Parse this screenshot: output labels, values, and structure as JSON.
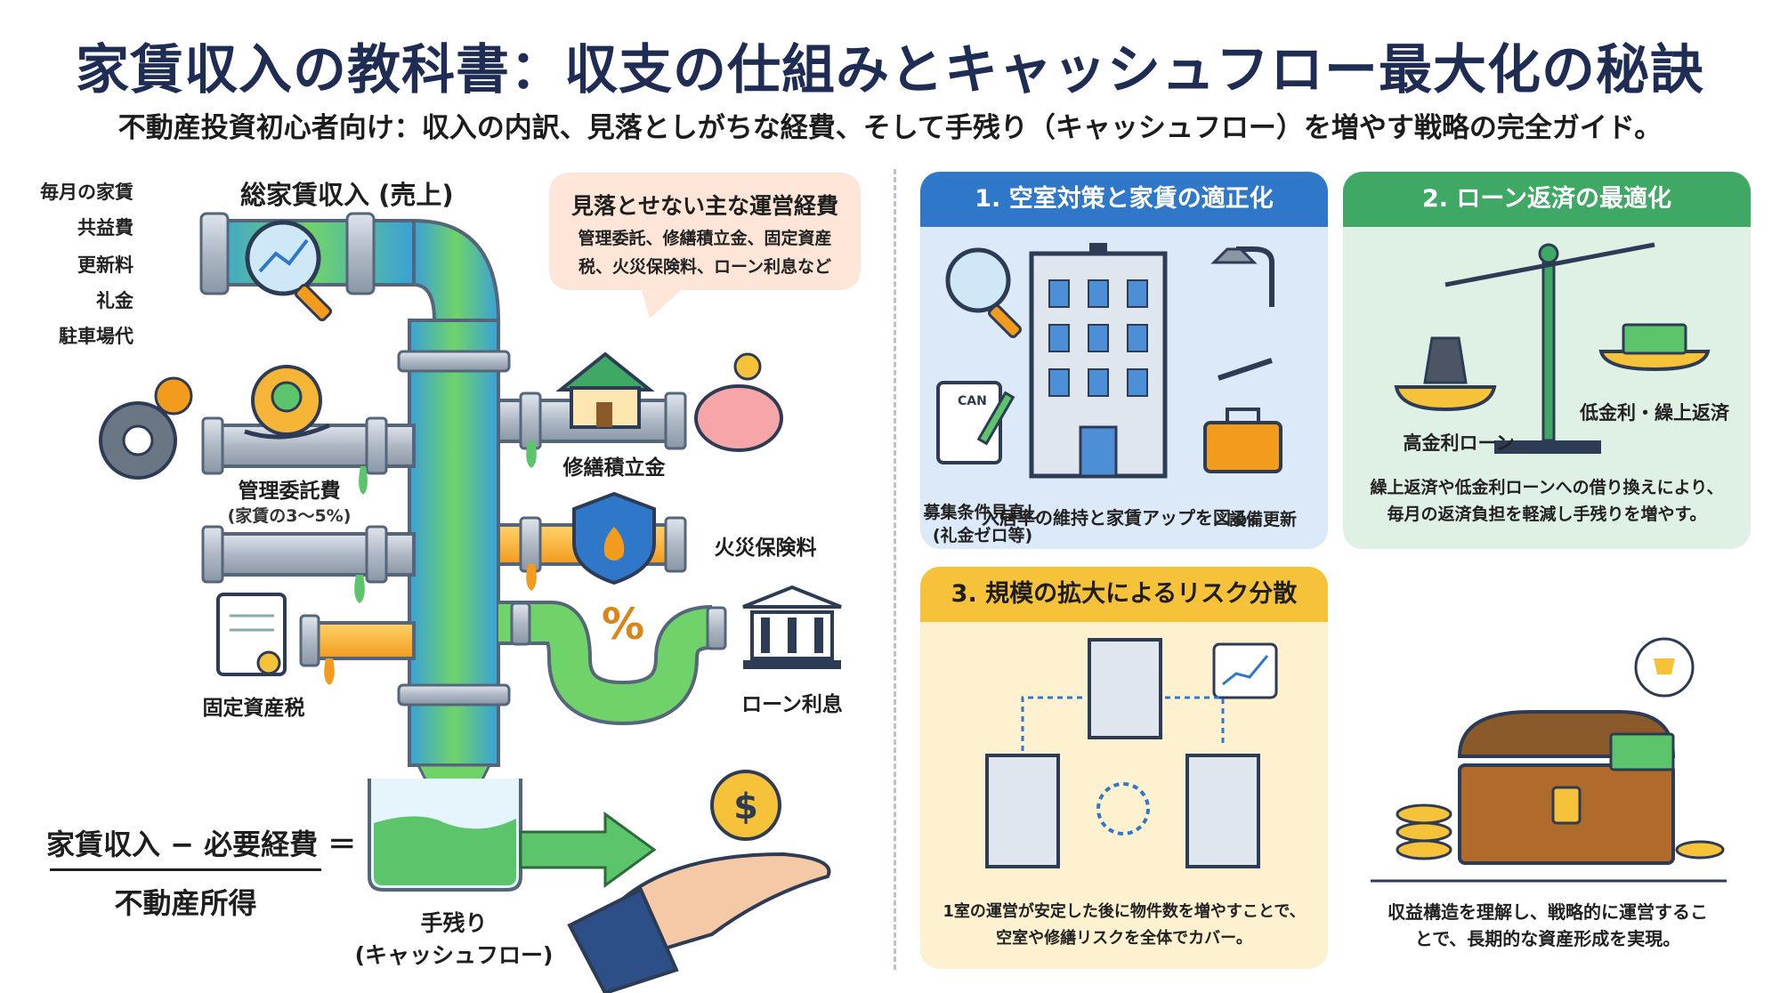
{
  "header": {
    "title": "家賃収入の教科書：収支の仕組みとキャッシュフロー最大化の秘訣",
    "subtitle": "不動産投資初心者向け：収入の内訳、見落としがちな経費、そして手残り（キャッシュフロー）を増やす戦略の完全ガイド。"
  },
  "left": {
    "revenue_items": [
      "毎月の家賃",
      "共益費",
      "更新料",
      "礼金",
      "駐車場代"
    ],
    "gross_label": "総家賃収入 (売上)",
    "bubble": {
      "title": "見落とせない主な運営経費",
      "line1": "管理委託、修繕積立金、固定資産",
      "line2": "税、火災保険料、ローン利息など"
    },
    "expenses": {
      "management": "管理委託費",
      "management_note": "(家賃の3～5%)",
      "repair": "修繕積立金",
      "insurance": "火災保険料",
      "property_tax": "固定資産税",
      "loan_interest": "ローン利息"
    },
    "formula": {
      "top": "家賃収入 − 必要経費 ＝",
      "bottom": "不動産所得"
    },
    "cashflow": {
      "line1": "手残り",
      "line2": "(キャッシュフロー)"
    },
    "icons": {
      "percent_symbol": "%",
      "can_text": "CAN",
      "dollar": "$"
    }
  },
  "card1": {
    "heading": "1. 空室対策と家賃の適正化",
    "recruit_line1": "募集条件見直し",
    "recruit_line2": "(礼金ゼロ等)",
    "equipment": "設備更新",
    "caption": "入居率の維持と家賃アップを図る。"
  },
  "card2": {
    "heading": "2. ローン返済の最適化",
    "left_scale": "高金利ローン",
    "right_scale": "低金利・繰上返済",
    "caption_line1": "繰上返済や低金利ローンへの借り換えにより、",
    "caption_line2": "毎月の返済負担を軽減し手残りを増やす。"
  },
  "card3": {
    "heading": "3. 規模の拡大によるリスク分散",
    "caption_line1": "1室の運営が安定した後に物件数を増やすことで、",
    "caption_line2": "空室や修繕リスクを全体でカバー。"
  },
  "summary": {
    "line1": "収益構造を理解し、戦略的に運営するこ",
    "line2": "とで、長期的な資産形成を実現。"
  },
  "colors": {
    "title_navy": "#1f2d55",
    "card1_blue": "#2f78c9",
    "card2_green": "#3fa864",
    "card3_yellow": "#f6c23a",
    "water_green": "#5cc46a",
    "pipe_gray": "#b8c2cf",
    "pipe_orange": "#f5a623"
  }
}
